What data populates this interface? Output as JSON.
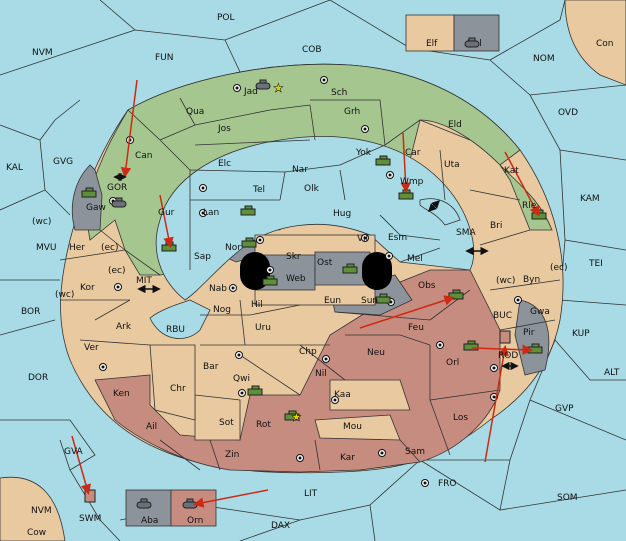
{
  "colors": {
    "sea": "#a8dbe6",
    "neutral": "#e9c9a0",
    "green_power": "#a6c690",
    "red_power": "#c78c80",
    "grey_power": "#8c939b",
    "order_arrow": "#cc2a14"
  },
  "map": {
    "labels": {
      "pol": "POL",
      "cob": "COB",
      "fun": "FUN",
      "nvm_top": "NVM",
      "nom": "NOM",
      "con": "Con",
      "ovd": "OVD",
      "kal": "KAL",
      "gvg": "GVG",
      "kam": "KAM",
      "mvu": "MVU",
      "bor": "BOR",
      "dor": "DOR",
      "mit": "MIT",
      "rbu": "RBU",
      "sma": "SMA",
      "tei": "TEI",
      "kup": "KUP",
      "alt": "ALT",
      "gvp": "GVP",
      "fro": "FRO",
      "som": "SOM",
      "lit": "LIT",
      "dax": "DAX",
      "nvm_bottom": "NVM",
      "gva": "GVA",
      "swm": "SWM",
      "cow": "Cow",
      "elf": "Elf",
      "hel": "Hel",
      "aba": "Aba",
      "orn": "Orn",
      "jad": "Jad",
      "sch": "Sch",
      "qua": "Qua",
      "jos": "Jos",
      "grh": "Grh",
      "eld": "Eld",
      "can": "Can",
      "yok": "Yok",
      "car": "Car",
      "uta": "Uta",
      "elc": "Elc",
      "nar": "Nar",
      "gor": "GOR",
      "gaw": "Gaw",
      "tel": "Tel",
      "olk": "Olk",
      "wmp": "Wmp",
      "kat": "Kat",
      "gur": "Gur",
      "lan": "Lan",
      "hug": "Hug",
      "rle": "Rle",
      "bri": "Bri",
      "wc1": "(wc)",
      "her": "Her",
      "ec1": "(ec)",
      "nor": "Nor",
      "skr": "Skr",
      "vil": "Vil",
      "esm": "Esm",
      "sap": "Sap",
      "ost": "Ost",
      "web": "Web",
      "mel": "Mel",
      "ec2": "(ec)",
      "kor": "Kor",
      "wc2": "(wc)",
      "nab": "Nab",
      "eun": "Eun",
      "obs": "Obs",
      "wc3": "(wc)",
      "byn": "Byn",
      "ec3": "(ec)",
      "ark": "Ark",
      "hil": "Hil",
      "sun": "Sun",
      "nog": "Nog",
      "gwa": "Gwa",
      "ver": "Ver",
      "uru": "Uru",
      "feu": "Feu",
      "buc": "BUC",
      "pir": "Pir",
      "bar": "Bar",
      "chp": "Chp",
      "neu": "Neu",
      "orl": "Orl",
      "rod": "ROD",
      "qwi": "Qwi",
      "nil": "Nil",
      "ken": "Ken",
      "chr": "Chr",
      "kaa": "Kaa",
      "los": "Los",
      "ail": "Ail",
      "sot": "Sot",
      "rot": "Rot",
      "mou": "Mou",
      "zin": "Zin",
      "kar": "Kar",
      "sam": "Sam"
    }
  }
}
